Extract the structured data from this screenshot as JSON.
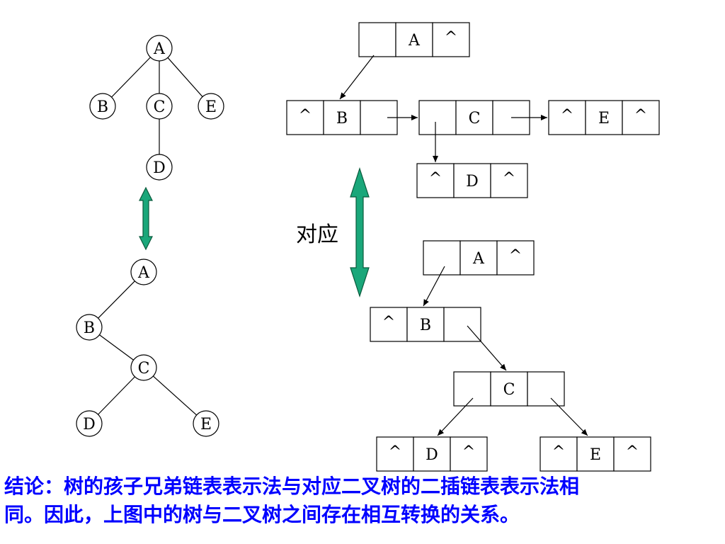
{
  "colors": {
    "ink": "#000000",
    "arrow_fill": "#1aa77a",
    "arrow_stroke": "#0a5a3c",
    "conclusion_text": "#0000ff"
  },
  "null_marker": "^",
  "general_tree": {
    "nodes": [
      "A",
      "B",
      "C",
      "E",
      "D"
    ],
    "edges": [
      [
        "A",
        "B"
      ],
      [
        "A",
        "C"
      ],
      [
        "A",
        "E"
      ],
      [
        "C",
        "D"
      ]
    ]
  },
  "binary_tree": {
    "nodes": [
      "A",
      "B",
      "C",
      "D",
      "E"
    ],
    "edges": [
      [
        "A",
        "B"
      ],
      [
        "B",
        "C"
      ],
      [
        "C",
        "D"
      ],
      [
        "C",
        "E"
      ]
    ]
  },
  "child_sibling_list": {
    "records": [
      {
        "id": "A",
        "first_child": "",
        "data": "A",
        "next_sibling": "^"
      },
      {
        "id": "B",
        "first_child": "^",
        "data": "B",
        "next_sibling": ""
      },
      {
        "id": "C",
        "first_child": "",
        "data": "C",
        "next_sibling": ""
      },
      {
        "id": "E",
        "first_child": "^",
        "data": "E",
        "next_sibling": "^"
      },
      {
        "id": "D",
        "first_child": "^",
        "data": "D",
        "next_sibling": "^"
      }
    ],
    "links": [
      [
        "A",
        "B"
      ],
      [
        "B",
        "C"
      ],
      [
        "C",
        "E"
      ],
      [
        "C",
        "D"
      ]
    ]
  },
  "binary_linked_list": {
    "records": [
      {
        "id": "A",
        "left": "",
        "data": "A",
        "right": "^"
      },
      {
        "id": "B",
        "left": "^",
        "data": "B",
        "right": ""
      },
      {
        "id": "C",
        "left": "",
        "data": "C",
        "right": ""
      },
      {
        "id": "D",
        "left": "^",
        "data": "D",
        "right": "^"
      },
      {
        "id": "E",
        "left": "^",
        "data": "E",
        "right": "^"
      }
    ],
    "links": [
      [
        "A",
        "B"
      ],
      [
        "B",
        "C"
      ],
      [
        "C",
        "D"
      ],
      [
        "C",
        "E"
      ]
    ]
  },
  "label_correspond": "对应",
  "conclusion": {
    "line1": "结论：树的孩子兄弟链表表示法与对应二叉树的二插链表表示法相",
    "line2": "同。因此，上图中的树与二叉树之间存在相互转换的关系。"
  }
}
